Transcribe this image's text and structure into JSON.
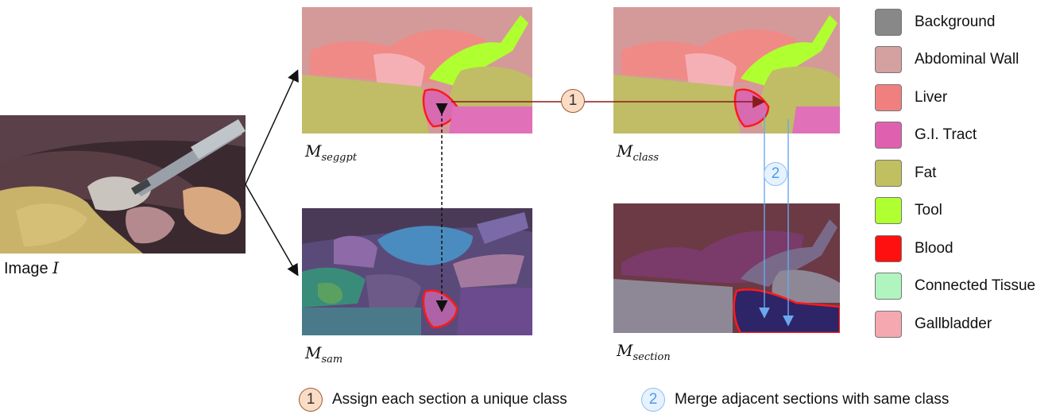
{
  "input": {
    "label": "Image",
    "var": "I"
  },
  "masks": {
    "seggpt": {
      "base": "M",
      "sub": "seggpt"
    },
    "class": {
      "base": "M",
      "sub": "class"
    },
    "sam": {
      "base": "M",
      "sub": "sam"
    },
    "section": {
      "base": "M",
      "sub": "section"
    }
  },
  "steps": {
    "one": {
      "num": "1",
      "text": "Assign each section a unique class"
    },
    "two": {
      "num": "2",
      "text": "Merge adjacent sections with same class"
    }
  },
  "legend": [
    {
      "label": "Background",
      "color": "#888888"
    },
    {
      "label": "Abdominal Wall",
      "color": "#d4a0a0"
    },
    {
      "label": "Liver",
      "color": "#f08080"
    },
    {
      "label": "G.I. Tract",
      "color": "#e060b0"
    },
    {
      "label": "Fat",
      "color": "#c0c060"
    },
    {
      "label": "Tool",
      "color": "#b0ff30"
    },
    {
      "label": "Blood",
      "color": "#ff1010"
    },
    {
      "label": "Connected Tissue",
      "color": "#b0f5c0"
    },
    {
      "label": "Gallbladder",
      "color": "#f5a8b0"
    }
  ]
}
